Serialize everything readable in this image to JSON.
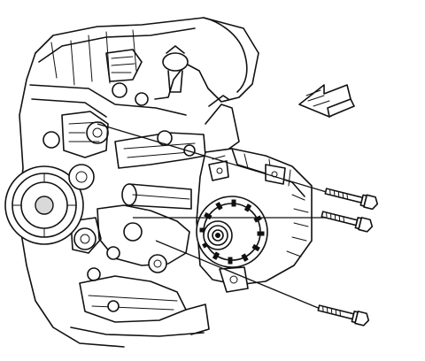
{
  "figure": {
    "components": [
      "engine-block",
      "crankshaft-pulley",
      "generator",
      "mounting-bolts",
      "forward-arrow"
    ],
    "bolt_count": 3,
    "arrow_direction": "front-left",
    "colors": {
      "ink": "#111111",
      "paper": "#ffffff",
      "shade": "#d9d9d9"
    }
  }
}
